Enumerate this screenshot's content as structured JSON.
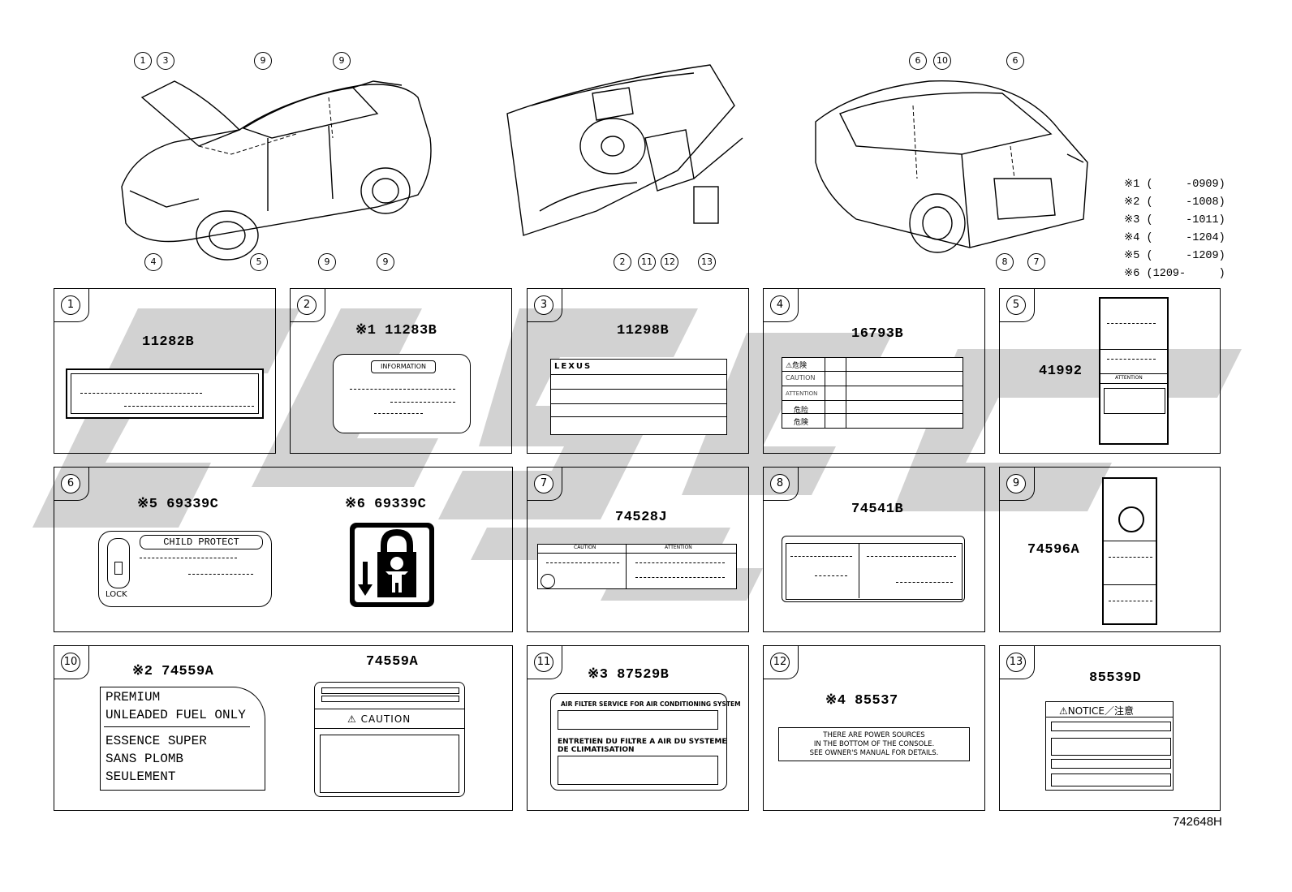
{
  "diagram_code": "742648H",
  "notes": [
    "※1 (     -0909)",
    "※2 (     -1008)",
    "※3 (     -1011)",
    "※4 (     -1204)",
    "※5 (     -1209)",
    "※6 (1209-     )"
  ],
  "callouts": {
    "front": [
      "1",
      "3",
      "9",
      "9",
      "4",
      "5",
      "9",
      "9"
    ],
    "interior": [
      "2",
      "11",
      "12",
      "13"
    ],
    "rear": [
      "6",
      "10",
      "6",
      "8",
      "7"
    ]
  },
  "panels": [
    {
      "num": "1",
      "part": "11282B"
    },
    {
      "num": "2",
      "part": "※1 11283B",
      "text": "INFORMATION"
    },
    {
      "num": "3",
      "part": "11298B",
      "text": "LEXUS"
    },
    {
      "num": "4",
      "part": "16793B",
      "rows": [
        "⚠危険",
        "CAUTION",
        "ATTENTION",
        "危险",
        "危険"
      ]
    },
    {
      "num": "5",
      "part": "41992",
      "text": "ATTENTION"
    },
    {
      "num": "6",
      "part_a": "※5 69339C",
      "part_b": "※6 69339C",
      "child": "CHILD PROTECT",
      "lock": "LOCK"
    },
    {
      "num": "7",
      "part": "74528J",
      "head_a": "CAUTION",
      "head_b": "ATTENTION"
    },
    {
      "num": "8",
      "part": "74541B"
    },
    {
      "num": "9",
      "part": "74596A"
    },
    {
      "num": "10",
      "part_a": "※2 74559A",
      "part_b": "74559A",
      "fuel": [
        "PREMIUM",
        "UNLEADED FUEL ONLY",
        "ESSENCE SUPER",
        "SANS PLOMB",
        "SEULEMENT"
      ],
      "caution": "CAUTION"
    },
    {
      "num": "11",
      "part": "※3 87529B",
      "line1": "AIR FILTER SERVICE FOR AIR CONDITIONING SYSTEM",
      "line2": "ENTRETIEN DU FILTRE A AIR DU SYSTEME",
      "line3": "DE CLIMATISATION"
    },
    {
      "num": "12",
      "part": "※4 85537",
      "lines": [
        "THERE ARE POWER SOURCES",
        "IN THE BOTTOM OF THE CONSOLE.",
        "SEE OWNER'S MANUAL FOR DETAILS."
      ]
    },
    {
      "num": "13",
      "part": "85539D",
      "notice": "⚠NOTICE／注意"
    }
  ]
}
